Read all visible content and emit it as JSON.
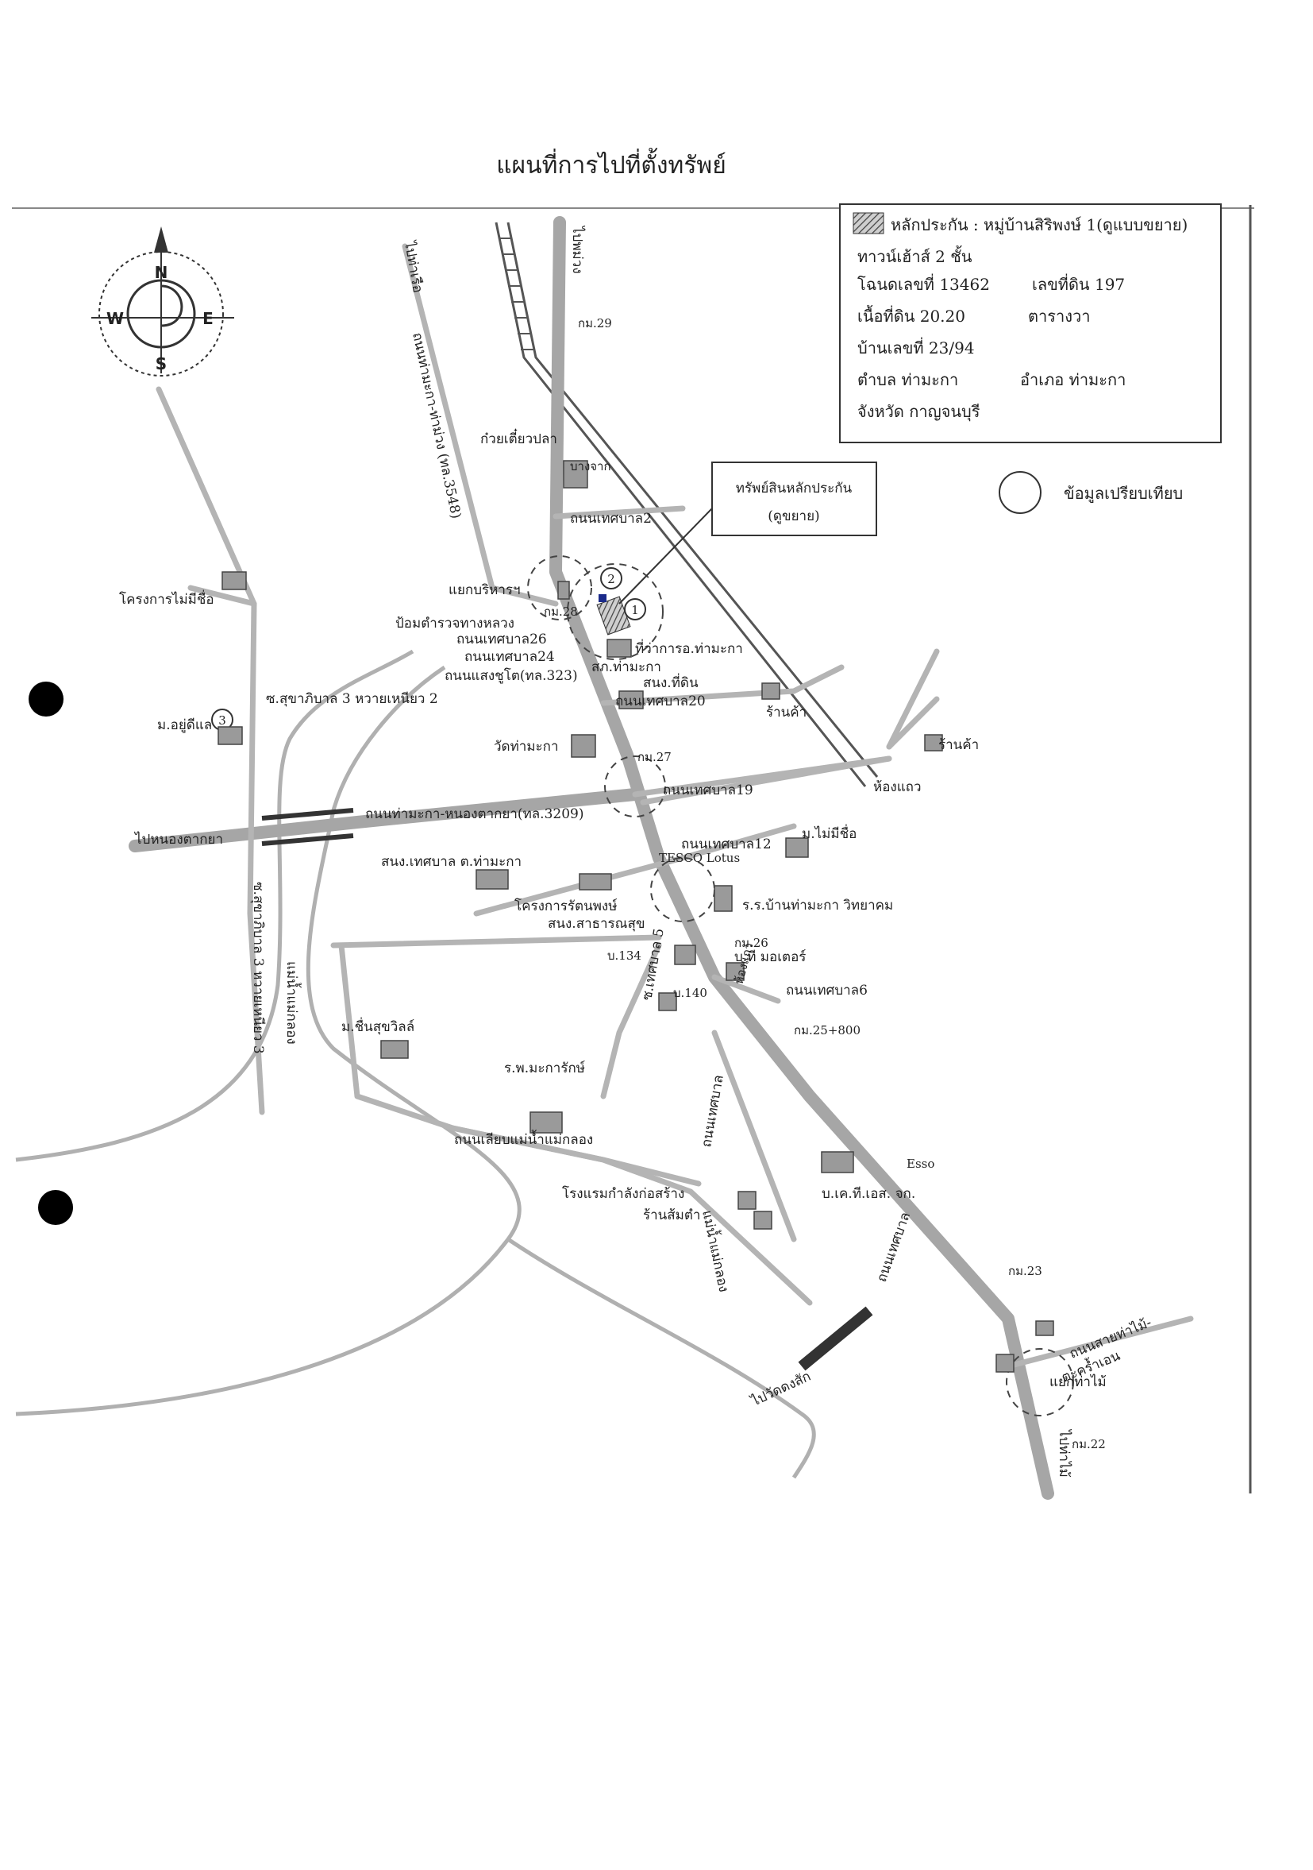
{
  "page_title": "แผนที่การไปที่ตั้งทรัพย์",
  "compass": {
    "n": "N",
    "s": "S",
    "e": "E",
    "w": "W"
  },
  "info_box": {
    "title": "หลักประกัน : หมู่บ้านสิริพงษ์ 1(ดูแบบขยาย)",
    "line1": "ทาวน์เฮ้าส์ 2 ชั้น",
    "deed": "โฉนดเลขที่ 13462",
    "land_no": "เลขที่ดิน     197",
    "area": "เนื้อที่ดิน  20.20",
    "area_unit": "ตารางวา",
    "house_no": "บ้านเลขที่ 23/94",
    "subdistrict": "ตำบล    ท่ามะกา",
    "district": "อำเภอ  ท่ามะกา",
    "province": "จังหวัด  กาญจนบุรี"
  },
  "compare_legend": "ข้อมูลเปรียบเทียบ",
  "collateral_callout": {
    "line1": "ทรัพย์สินหลักประกัน",
    "line2": "(ดูขยาย)"
  },
  "labels": {
    "to_north": "ไปพม่วง",
    "to_road": "ไปท่าเรือ",
    "road_3548": "ถนนท่ามะกา-ท่าม่วง (ทล.3548)",
    "km29": "กม.29",
    "noodle": "ก๋วยเตี๋ยวปลา",
    "tessaban2": "ถนนเทศบาล2",
    "yaek": "แยกบริหารฯ",
    "km28": "กม.28",
    "police": "ป้อมตำรวจทางหลวง",
    "tessaban26": "ถนนเทศบาล26",
    "tessaban24": "ถนนเทศบาล24",
    "saengchuto": "ถนนแสงชูโต(ทล.323)",
    "district_office": "ที่ว่าการอ.ท่ามะกา",
    "police_station": "สภ.ท่ามะกา",
    "land_office": "สนง.ที่ดิน",
    "tessaban20": "ถนนเทศบาล20",
    "shop1": "ร้านค้า",
    "shop2": "ร้านค้า",
    "project_maiminame": "โครงการไม่มีชื่อ",
    "soi_chakiban": "ซ.สุขาภิบาล 3 หวายเหนียว 2",
    "village_yudee": "ม.อยู่ดีแล",
    "wat": "วัดท่ามะกา",
    "km27": "กม.27",
    "tessaban19": "ถนนเทศบาล19",
    "row_house": "ห้องแถว",
    "road_3209": "ถนนท่ามะกา-หนองตากยา(ทล.3209)",
    "to_nongtakya": "ไปหนองตากยา",
    "tessaban12": "ถนนเทศบาล12",
    "village_maiminame": "ม.ไม่มีชื่อ",
    "municipal_office": "สนง.เทศบาล ต.ท่ามะกา",
    "tesco": "TESCO Lotus",
    "project_rattanaphong": "โครงการรัตนพงษ์",
    "health_office": "สนง.สาธารณสุข",
    "school": "ร.ร.บ้านท่ามะกา วิทยาคม",
    "soi_chakiban3": "ซ.สุขาภิบาล 3 หวายเหนียว 3",
    "river1": "แม่น้ำแม่กลอง",
    "km26": "กม.26",
    "b134": "บ.134",
    "b140": "บ.140",
    "bt_motor": "บ.ที มอเตอร์",
    "tessaban6": "ถนนเทศบาล6",
    "tessaban5": "ซ.เทศบาล 5",
    "row_house2": "ห้องแถว",
    "km25": "กม.25+800",
    "village_chuenchuvil": "ม.ชื่นสุขวิลล์",
    "hospital": "ร.พ.มะการักษ์",
    "riverside_road": "ถนนเลียบแม่น้ำแม่กลอง",
    "tessaban_road": "ถนนเทศบาล",
    "hotel": "โรงแรมกำลังก่อสร้าง",
    "som_tam": "ร้านส้มตำ",
    "btgs": "บ.เค.ที.เอส. จก.",
    "esso": "Esso",
    "river2": "แม่น้ำแม่กลอง",
    "tessaban_road2": "ถนนเทศบาล",
    "km23": "กม.23",
    "to_kradang": "ไปวัดดงสัก",
    "kanchana_road": "ถนนสายท่าไม้-",
    "kanchana_road2": "ตะคร้ำเอน",
    "yaek_tamai": "แยกท่าไม้",
    "km22": "กม.22",
    "to_south": "ไปท่าไม้",
    "num1": "1",
    "num2": "2",
    "num3": "3",
    "ptt": "บางจาก"
  }
}
